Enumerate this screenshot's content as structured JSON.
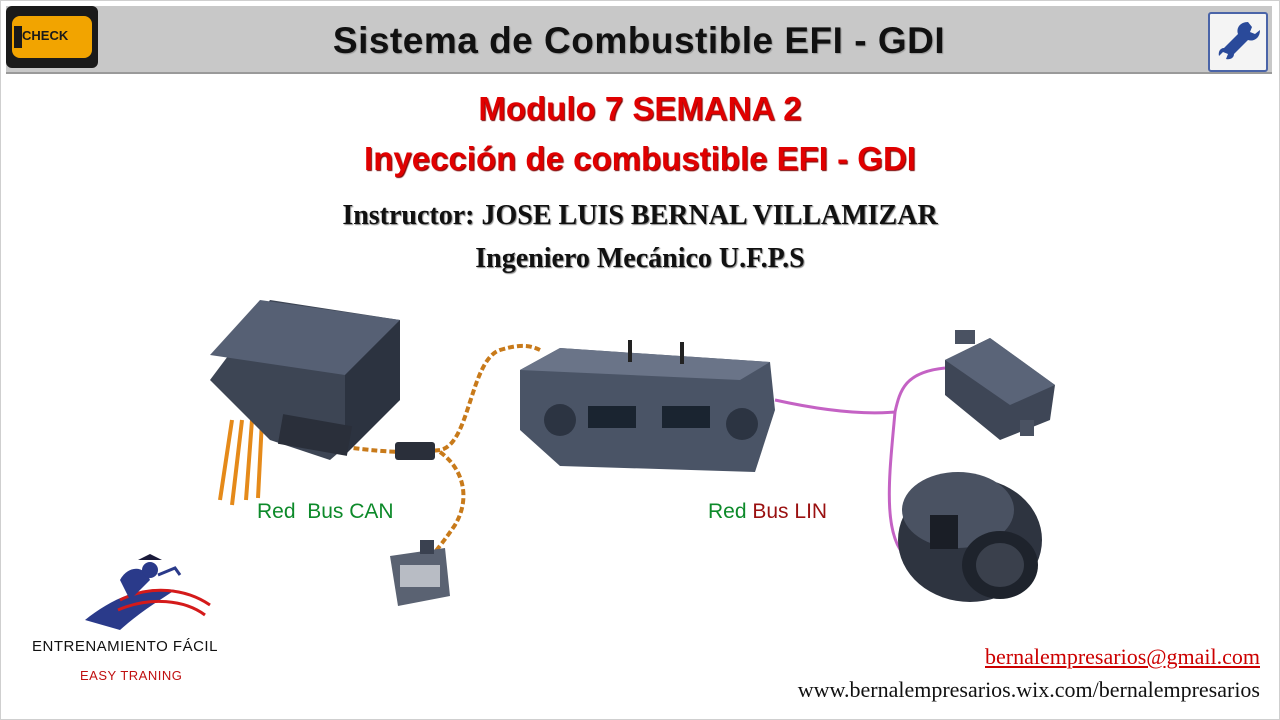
{
  "header": {
    "title": "Sistema de Combustible EFI - GDI",
    "check_logo_text": "CHECK",
    "tool_logo_icon": "wrench-s-icon"
  },
  "course": {
    "module": "Modulo 7 SEMANA 2",
    "topic": "Inyección de combustible EFI - GDI",
    "instructor": "Instructor: JOSE LUIS BERNAL VILLAMIZAR",
    "credential": "Ingeniero Mecánico U.F.P.S"
  },
  "diagram": {
    "can_label_1": "Red",
    "can_label_2": "Bus CAN",
    "lin_label_1": "Red",
    "lin_label_2": "Bus LIN",
    "can_wire_color": "#c87a1a",
    "lin_wire_color": "#c462c4"
  },
  "brand": {
    "name": "ENTRENAMIENTO FÁCIL",
    "tagline": "EASY TRANING",
    "icon": "graduate-runner-icon"
  },
  "contact": {
    "email": "bernalempresarios@gmail.com",
    "website": "www.bernalempresarios.wix.com/bernalempresarios"
  },
  "colors": {
    "title_red": "#e00000",
    "label_green": "#0d8a2a",
    "label_maroon": "#9a1010",
    "header_gray": "#c8c8c8"
  }
}
